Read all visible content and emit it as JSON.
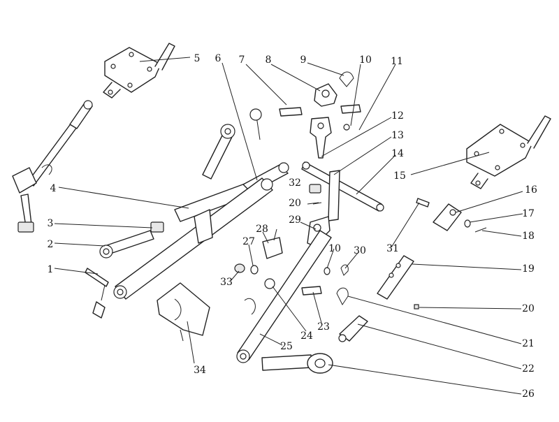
{
  "diagram": {
    "kind": "exploded parts diagram",
    "callouts": [
      "1",
      "2",
      "3",
      "4",
      "5",
      "6",
      "7",
      "8",
      "9",
      "10",
      "11",
      "12",
      "13",
      "14",
      "15",
      "16",
      "17",
      "18",
      "19",
      "20",
      "21",
      "22",
      "23",
      "24",
      "25",
      "26",
      "27",
      "28",
      "29",
      "30",
      "31",
      "32",
      "33",
      "34",
      "10"
    ]
  }
}
